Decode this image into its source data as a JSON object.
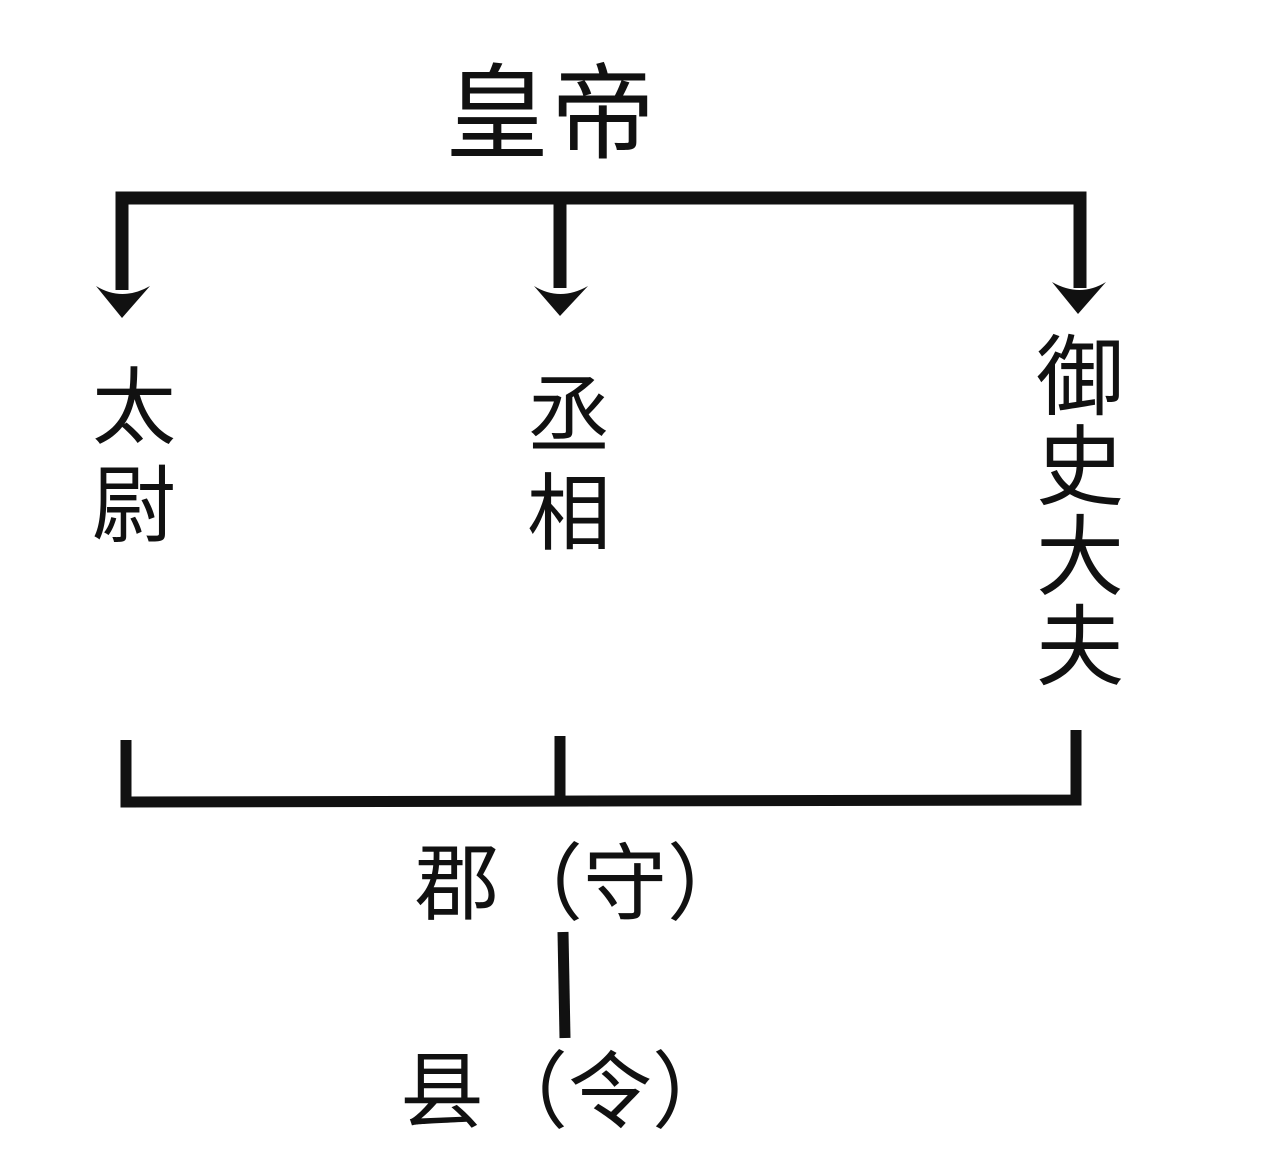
{
  "diagram": {
    "nodes": {
      "emperor": {
        "label": "皇帝"
      },
      "taiwei": {
        "label": "太尉"
      },
      "chengxiang": {
        "label": "丞相"
      },
      "yushidafu": {
        "label": "御史大夫"
      },
      "jun": {
        "label": "郡（守）"
      },
      "xian": {
        "label": "县（令）"
      }
    },
    "edges": [
      {
        "from": "emperor",
        "to": "taiwei",
        "style": "arrow"
      },
      {
        "from": "emperor",
        "to": "chengxiang",
        "style": "arrow"
      },
      {
        "from": "emperor",
        "to": "yushidafu",
        "style": "arrow"
      },
      {
        "from": "taiwei",
        "to": "jun",
        "style": "bracket"
      },
      {
        "from": "chengxiang",
        "to": "jun",
        "style": "bracket"
      },
      {
        "from": "yushidafu",
        "to": "jun",
        "style": "bracket"
      },
      {
        "from": "jun",
        "to": "xian",
        "style": "line"
      }
    ],
    "colors": {
      "line": "#111111",
      "text": "#111111",
      "background": "#ffffff"
    }
  }
}
